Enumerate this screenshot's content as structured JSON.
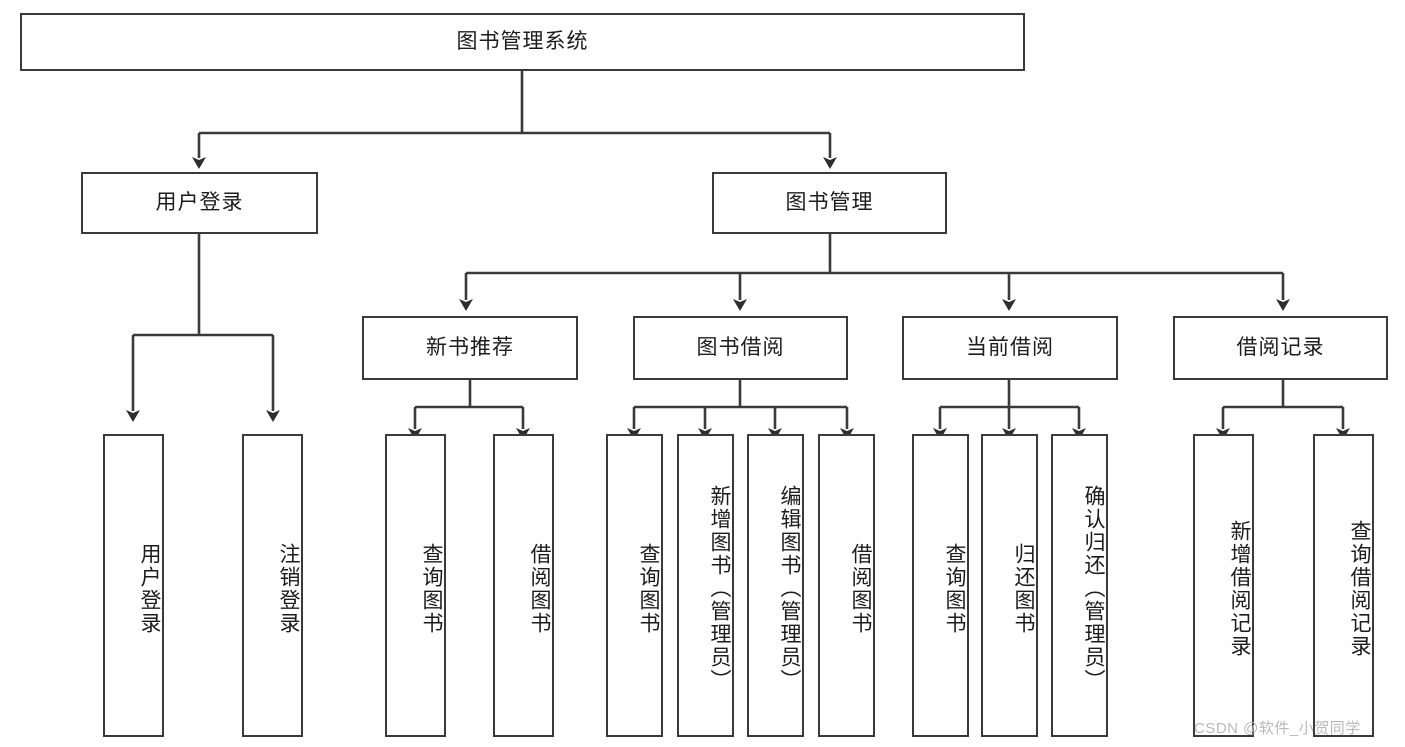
{
  "diagram": {
    "title": "图书管理系统",
    "type": "tree-hierarchy",
    "root": {
      "label": "图书管理系统"
    },
    "level2": [
      {
        "label": "用户登录"
      },
      {
        "label": "图书管理"
      }
    ],
    "level3": [
      {
        "label": "新书推荐"
      },
      {
        "label": "图书借阅"
      },
      {
        "label": "当前借阅"
      },
      {
        "label": "借阅记录"
      }
    ],
    "leaves": {
      "user_login": [
        {
          "label": "用户登录"
        },
        {
          "label": "注销登录"
        }
      ],
      "new_book_recommend": [
        {
          "label": "查询图书"
        },
        {
          "label": "借阅图书"
        }
      ],
      "book_borrow": [
        {
          "label": "查询图书"
        },
        {
          "label": "新增图书（管理员）"
        },
        {
          "label": "编辑图书（管理员）"
        },
        {
          "label": "借阅图书"
        }
      ],
      "current_borrow": [
        {
          "label": "查询图书"
        },
        {
          "label": "归还图书"
        },
        {
          "label": "确认归还（管理员）"
        }
      ],
      "borrow_record": [
        {
          "label": "新增借阅记录"
        },
        {
          "label": "查询借阅记录"
        }
      ]
    }
  },
  "watermark": {
    "text": "CSDN @软件_小贺同学"
  },
  "colors": {
    "border": "#3a3a3a",
    "text": "#1c1c1c",
    "background": "#ffffff",
    "watermark": "#b9b9b9"
  }
}
